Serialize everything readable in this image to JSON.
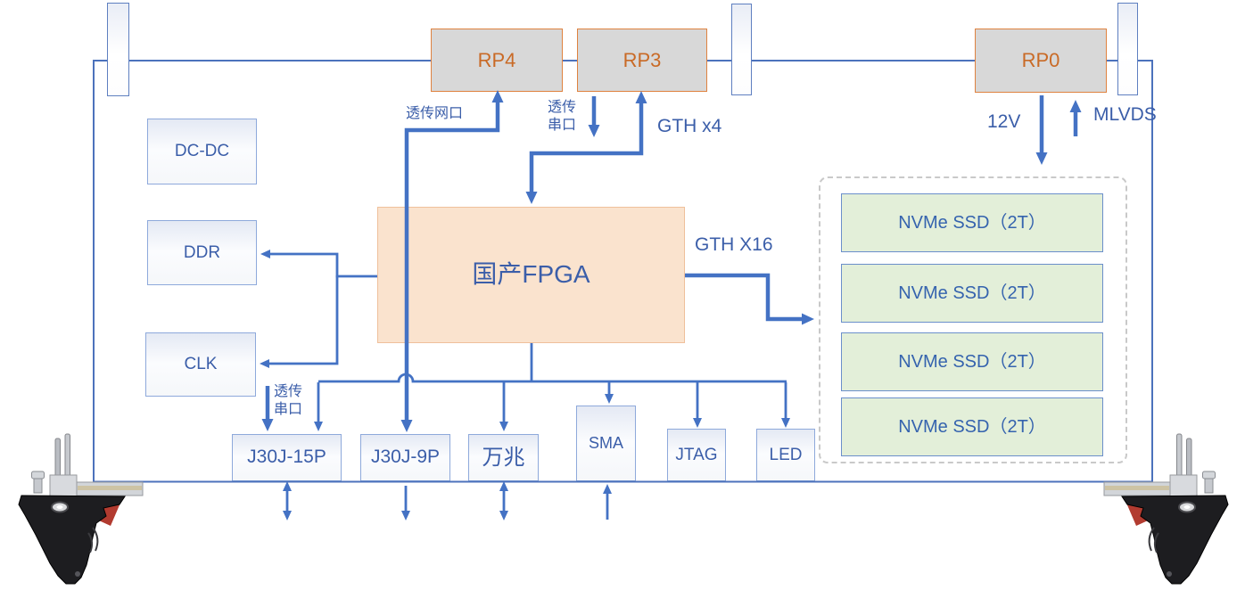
{
  "colors": {
    "line_blue": "#4472C4",
    "text_blue": "#3B5EA9",
    "orange_border": "#DF823F",
    "orange_text": "#C96A26",
    "grey_fill": "#D8D8D8",
    "fpga_fill": "#FAE3CE",
    "fpga_border": "#EFC09B",
    "ssd_fill": "#E3EFD9",
    "ssd_border": "#6B8FCB",
    "dashed_border": "#C9C9C9"
  },
  "blocks": {
    "rp4": "RP4",
    "rp3": "RP3",
    "rp0": "RP0",
    "dcdc": "DC-DC",
    "ddr": "DDR",
    "clk": "CLK",
    "fpga": "国产FPGA",
    "j30j_15p": "J30J-15P",
    "j30j_9p": "J30J-9P",
    "wanzhao": "万兆",
    "sma": "SMA",
    "jtag": "JTAG",
    "led": "LED"
  },
  "ssd_group": {
    "items": [
      "NVMe SSD（2T）",
      "NVMe SSD（2T）",
      "NVMe SSD（2T）",
      "NVMe SSD（2T）"
    ]
  },
  "labels": {
    "net_pass": "透传网口",
    "serial_pass_rp3": "透传串口",
    "serial_pass_left": "透传串口",
    "gth_x4": "GTH x4",
    "gth_x16": "GTH X16",
    "power_12v": "12V",
    "mlvds": "MLVDS"
  }
}
